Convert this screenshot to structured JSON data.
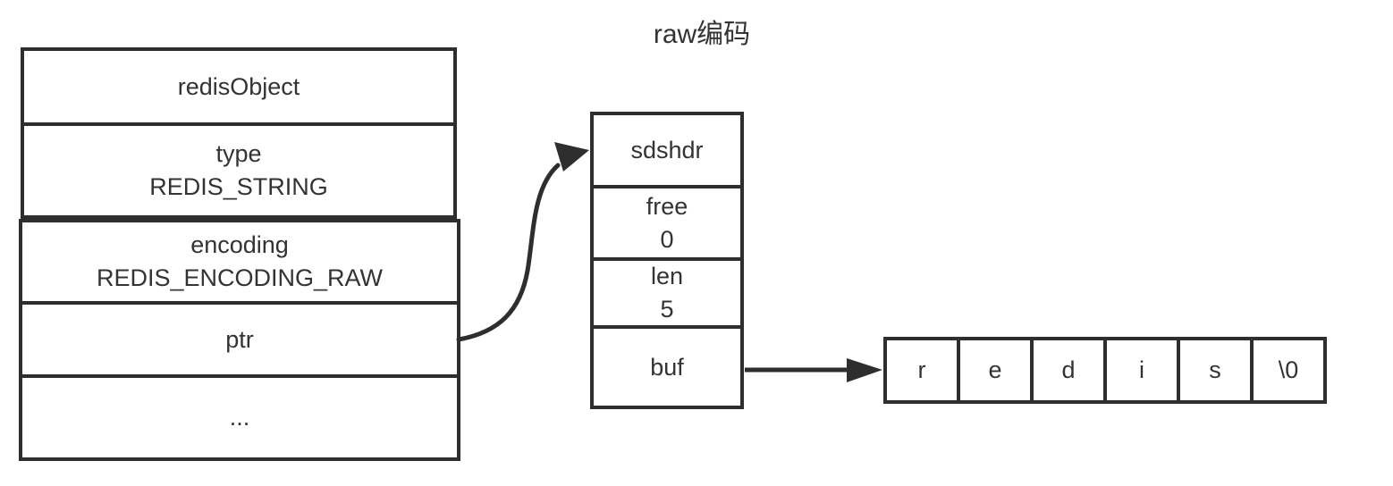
{
  "title": "raw编码",
  "redis_object": {
    "rows": [
      {
        "line1": "redisObject"
      },
      {
        "line1": "type",
        "line2": "REDIS_STRING"
      },
      {
        "line1": "encoding",
        "line2": "REDIS_ENCODING_RAW"
      },
      {
        "line1": "ptr"
      },
      {
        "line1": "..."
      }
    ]
  },
  "sdshdr": {
    "rows": [
      {
        "line1": "sdshdr"
      },
      {
        "line1": "free",
        "line2": "0"
      },
      {
        "line1": "len",
        "line2": "5"
      },
      {
        "line1": "buf"
      }
    ]
  },
  "buffer": {
    "cells": [
      "r",
      "e",
      "d",
      "i",
      "s",
      "\\0"
    ]
  },
  "colors": {
    "line": "#2e2e2e",
    "text": "#333333",
    "background": "#ffffff"
  }
}
